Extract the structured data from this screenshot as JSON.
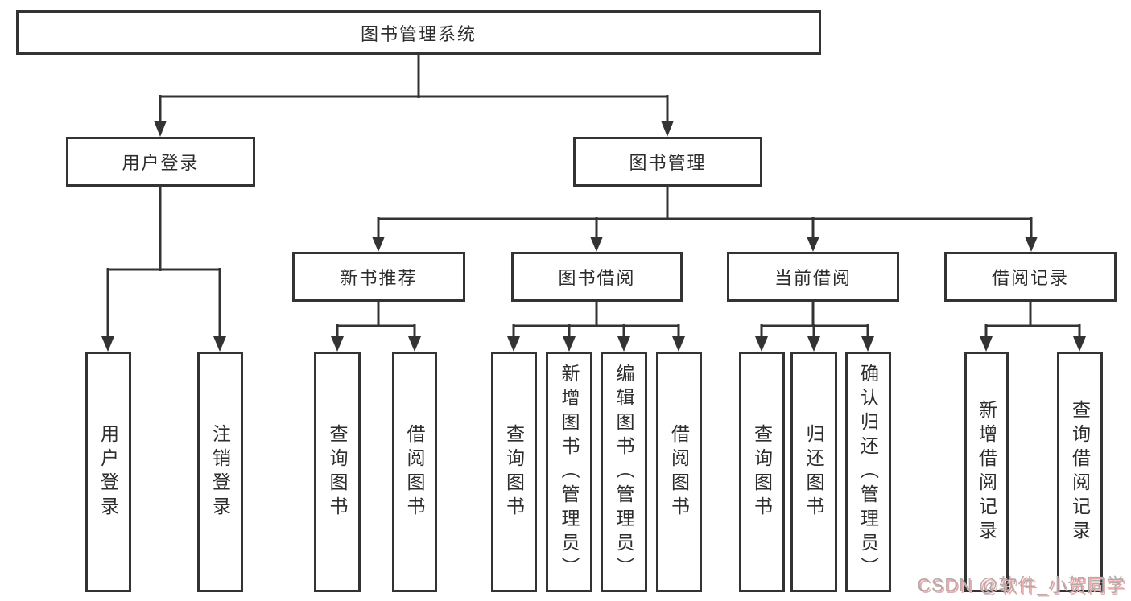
{
  "diagram": {
    "root": {
      "label": "图书管理系统"
    },
    "level2": [
      {
        "label": "用户登录"
      },
      {
        "label": "图书管理"
      }
    ],
    "level3": [
      {
        "label": "新书推荐",
        "parent": "图书管理"
      },
      {
        "label": "图书借阅",
        "parent": "图书管理"
      },
      {
        "label": "当前借阅",
        "parent": "图书管理"
      },
      {
        "label": "借阅记录",
        "parent": "图书管理"
      }
    ],
    "level4": [
      {
        "label": "用户登录",
        "parent": "用户登录"
      },
      {
        "label": "注销登录",
        "parent": "用户登录"
      },
      {
        "label": "查询图书",
        "parent": "新书推荐"
      },
      {
        "label": "借阅图书",
        "parent": "新书推荐"
      },
      {
        "label": "查询图书",
        "parent": "图书借阅"
      },
      {
        "label": "新增图书（管理员）",
        "parent": "图书借阅"
      },
      {
        "label": "编辑图书（管理员）",
        "parent": "图书借阅"
      },
      {
        "label": "借阅图书",
        "parent": "图书借阅"
      },
      {
        "label": "查询图书",
        "parent": "当前借阅"
      },
      {
        "label": "归还图书",
        "parent": "当前借阅"
      },
      {
        "label": "确认归还（管理员）",
        "parent": "当前借阅"
      },
      {
        "label": "新增借阅记录",
        "parent": "借阅记录"
      },
      {
        "label": "查询借阅记录",
        "parent": "借阅记录"
      }
    ]
  },
  "watermark": {
    "text": "CSDN @软件_小贺同学"
  },
  "colors": {
    "line": "#333333",
    "background": "#ffffff",
    "watermark_text": "#adadad",
    "watermark_shadow": "#f3a6a6"
  }
}
